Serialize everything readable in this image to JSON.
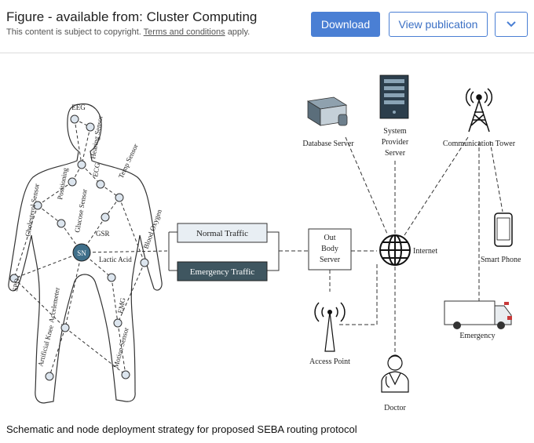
{
  "header": {
    "title": "Figure - available from: Cluster Computing",
    "copyright_prefix": "This content is subject to copyright.",
    "terms_link": "Terms and conditions",
    "copyright_suffix": "apply.",
    "download_label": "Download",
    "view_publication_label": "View publication",
    "menu_icon": "chevron-down-icon",
    "accent_color": "#4a7fd4"
  },
  "figure": {
    "sensors": {
      "eeg": "EEG",
      "hearing": "Hearing Sensor",
      "positioning": "Positioning",
      "ecg": "ECG",
      "temp": "Temp Sensor",
      "cholesterol": "Cholesterol Sensor",
      "glucose": "Glucose Sensor",
      "blood_oxygen": "Blood Oxygen",
      "gsr": "GSR",
      "sn": "SN",
      "lactic_acid": "Lactic Acid",
      "spo2": "SPO₂",
      "accelerometer": "Accelemeter",
      "emg": "EMG",
      "artificial_knee": "Artificial Knee",
      "motion": "Motion Sensor"
    },
    "normal_traffic": "Normal Traffic",
    "emergency_traffic": "Emergency Traffic",
    "out_body_server": [
      "Out",
      "Body",
      "Server"
    ],
    "database_server": "Database Server",
    "system_provider_server": [
      "System",
      "Provider",
      "Server"
    ],
    "communication_tower": "Communication Tower",
    "internet": "Internet",
    "smart_phone": "Smart Phone",
    "access_point": "Access Point",
    "emergency": "Emergency",
    "doctor": "Doctor"
  },
  "caption": "Schematic and node deployment strategy for proposed SEBA routing protocol"
}
